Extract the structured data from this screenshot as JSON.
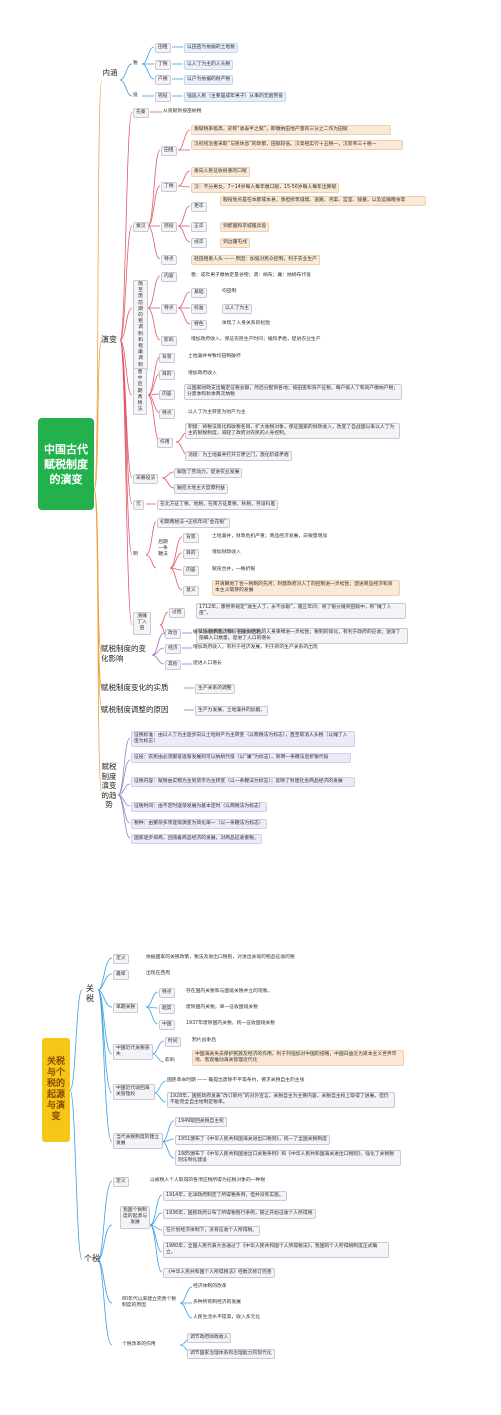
{
  "map1": {
    "root": "中国古代赋税制度的演变",
    "neirong": {
      "label": "内涵",
      "shui": "税",
      "yi": "役",
      "tianzu": "田租",
      "tianzu_text": "以田亩为依据的土地税",
      "dingshui": "丁税",
      "dingshui_text": "以人丁为主的人头税",
      "hushui": "户税",
      "hushui_text": "以户为依据的财产税",
      "yaoyi": "徭役",
      "yaoyi_text": "强迫人民（主要是成年男子）从事的无偿劳役"
    },
    "yanbian": {
      "label": "演变",
      "xianqin": "先秦",
      "xianqin_text": "从贡赋到按亩纳税",
      "qinhan": "秦汉",
      "qh_tianzu": "田租",
      "qh_tianzu_1": "秦赋税率极高，史称“收泰半之赋”，即缴纳田地产量的三分之二作为田赋",
      "qh_tianzu_2": "汉初统治者采取“与民休息”的政策，田赋较低。汉高祖实行十五税一，汉景帝三十税一",
      "qh_dingshui": "丁税",
      "qh_dingshui_1": "秦向人民征收很重的口赋",
      "qh_dingshui_2": "汉：不分男女，7~14岁每人每年缴口赋，15-56岁每人每年出算赋",
      "qh_yaoyi": "徭役",
      "gengzu": "更卒",
      "gengzu_text": "服役地点是在本郡或本县，承担修筑城墙、道路、河渠、宫室、陵墓，以及运输粮食等",
      "zhengzu": "正卒",
      "zhengzu_text": "到郡国和京城服兵役",
      "shuzu": "戍卒",
      "shuzu_text": "到边疆屯戍",
      "qh_tedian": "特点",
      "qh_tedian_text": "轻田租重人头 —— 原因：加强对民众控制，利于农业生产",
      "zuyongdiao": "隋至唐前期的租调制和租庸调制",
      "zyd_neirong": "内容",
      "zyd_neirong_text": "租：成年男子缴纳定量谷物；调：绢布；庸：纳绢布代役",
      "zyd_tedian": "特点",
      "zyd_jichu": "基础",
      "zyd_jichu_text": "均田制",
      "zyd_biaozhun": "标准",
      "zyd_biaozhun_text": "以人丁为主",
      "zyd_tese": "特色",
      "zyd_tese_text": "体现了人身关系的松弛",
      "zyd_yingxiang": "影响",
      "zyd_yingxiang_text": "增加政府收入，保证农民生产时间；缓和矛盾，促进农业生产",
      "liangshui": "唐中后期两税法",
      "ls_beijing": "背景",
      "ls_beijing_text": "土地兼并导致均田制破坏",
      "ls_mudi": "目的",
      "ls_mudi_text": "增加政府收入",
      "ls_neirong": "内容",
      "ls_neirong_text": "以国家财政支出确定征税总额，然后分配到各地；按田亩和资产征税，每户按人丁和资产缴纳户税；分夏季和秋季两次纳税",
      "ls_tedian": "特点",
      "ls_tedian_text": "以人丁为主转变为财产为主",
      "ls_zuoyong": "作用",
      "ls_zuoyong_1": "积极：将税法简化和收税名目，扩大收税对象，保证国家的财政收入，改变了自战国以来以人丁为主的赋税制度，减轻了政府对农民的人身控制。",
      "ls_zuoyong_2": "消极：为土地兼并打开方便之门，激化阶级矛盾",
      "songmu": "宋募役法",
      "songmu_1": "解放了劳动力，促进农业发展",
      "songmu_2": "触犯大地主大官僚利益",
      "yuan": "元",
      "yuan_text": "在北方征丁税、地税，在南方征夏税、秋税，另设科差",
      "ming": "明",
      "ming_chuqi": "初期两税法→正统年间“金花银”",
      "tiaobianfa": "后期一条鞭法",
      "tbf_beijing": "背景",
      "tbf_beijing_text": "土地兼并，财政危机严重；商品经济发展，白银量增加",
      "tbf_mudi": "目的",
      "tbf_mudi_text": "增加财政收入",
      "tbf_neirong": "内容",
      "tbf_neirong_text": "赋役合并，一概折银",
      "tbf_yiyi": "意义",
      "tbf_yiyi_text": "开清朝地丁合一税制的先河；封建政府对人丁的控制进一步松弛；促进商品经济和资本主义萌芽的发展",
      "tanding": "清摊丁入亩",
      "td_guocheng": "过程",
      "td_guocheng_text": "1712年，康熙帝规定“滋生人丁，永不加赋”，雍正年间：将丁银分摊到田赋中，称“摊丁入亩”。",
      "td_yingxiang": "影响",
      "td_yingxiang_text": "人头税彻底废除，国家对百姓的人身束缚进一步松弛；税制的简化，有利于政府的征收；逐渐了隐瞒人口数量，促进了人口的增长"
    },
    "bianhua_yingxiang": {
      "label": "赋税制度的变化影响",
      "zhengzhi": "政治",
      "zhengzhi_text": "缓和阶级矛盾，有利于社会稳定。",
      "jingji": "经济",
      "jingji_text": "增加政府收入，有利于经济发展，利于新的生产关系的出现",
      "qita": "其他",
      "qita_text": "促进人口增长"
    },
    "shizhi": {
      "label": "赋税制度变化的实质",
      "text": "生产关系的调整"
    },
    "yuanyin": {
      "label": "赋税制度调整的原因",
      "text": "生产力发展，土地兼并的加剧。"
    },
    "qushi": {
      "label": "赋税制度演变的趋势",
      "items": [
        "征税标准：由以人丁为主逐步向以土地财产为主转变（以两税法为标志），直至取消人头税（以摊丁入亩为标志）",
        "征役：农民由必须服役逐渐发展到可以纳绢代役（以“庸”为标志），到明一条鞭法后折银代役",
        "征税内容：赋税由实物为主到货币为主转变（以一条鞭法为标志）；反映了封建社会商品经济的发展",
        "征税时间：由不定时逐渐发展为基本定时（以两税法为标志）",
        "税种：由繁杂多项逐渐演变为简化单一（以一条鞭法为标志）",
        "国家逐步抑商，且随着商品经济的发展，对商品征收重税。"
      ]
    }
  },
  "map2": {
    "root": "关税与个税的起源与演变",
    "guanshui": {
      "label": "关税",
      "dingyi": "定义",
      "dingyi_text": "依据国家的关税政策，税法及进出口税则，对进出关境的物品征收的税",
      "zuizao": "最早",
      "zuizao_text": "出现在西周",
      "zaoqi": "早期关税",
      "zq_tedian": "特点",
      "zq_tedian_text": "存在国内关税和与国境关税并立的现象。",
      "zq_qushi": "趋势",
      "zq_qushi_text": "废除国内关税，单一征收国境关税",
      "zq_zhongguo": "中国",
      "zq_zhongguo_text": "1937年废除国内关税，统一征收国境关税",
      "jindai": "中国近代关税丧失",
      "jd_shijian": "时间",
      "jd_shijian_text": "鸦片战争后",
      "jd_yingxiang": "影响",
      "jd_yingxiang_text": "中国海关失去保护民族及经济的作用，利于列强加对中国的侵略，中国日益沦为资本主义世界市场、客观推动海关管理近代化",
      "jindai_guanli": "中国近代收回海关管理权",
      "guomin_text": "国民革命时期 —— 确提出废除不平等条约，要求关税自主的主张",
      "guanli_1928": "1928年，国民政府发表“改订新约”的对外宣言。关税自主为主要内容，关税自主权上取得了进展，但仍不能完全自主地制定税率。",
      "dangdai": "当代关税制度的建立发展",
      "dd_1949": "1949取回关税自主权",
      "dd_1951": "1951颁布了《中华人民共和国海关进出口税则》，统一了全国关税制度",
      "dd_1985": "1985颁布了《中华人民共和国进出口关税条例》和《中华人民共和国海关进出口税则》，强化了关税税则法制化建设"
    },
    "geshui": {
      "label": "个税",
      "dingyi": "定义",
      "dingyi_text": "以被税人个人取得的各项应税所得为征税对象的一种税",
      "woguo": "我国个税制度的起源与发展",
      "wg_1914": "1914年，北洋政府制定了所得税条例，但并没有实施。",
      "wg_1936": "1936年，国民政府公布了所得税暂行条例，随之开始征收个人所得税",
      "wg_jihua": "在计划经济体制下，没有征收个人所得税。",
      "wg_1980": "1980年，全国人民代表大会通过了《中华人民共和国个人所得税法》，我国的个人所得税制度正式确立。",
      "wg_xiuding": "《中华人民共和国个人所得税法》经数次修订完善",
      "yuanyin": "80年代以来建立完善个税制度的原因",
      "yy_1": "经济体制的改革",
      "yy_2": "多种所有制经济的发展",
      "yy_3": "人民生活水平提高，收入多元化",
      "zuoyong": "个税改革的作用",
      "zy_1": "调节政府财政收入",
      "zy_2": "调节国家治理体系和治理能力的现代化"
    }
  }
}
